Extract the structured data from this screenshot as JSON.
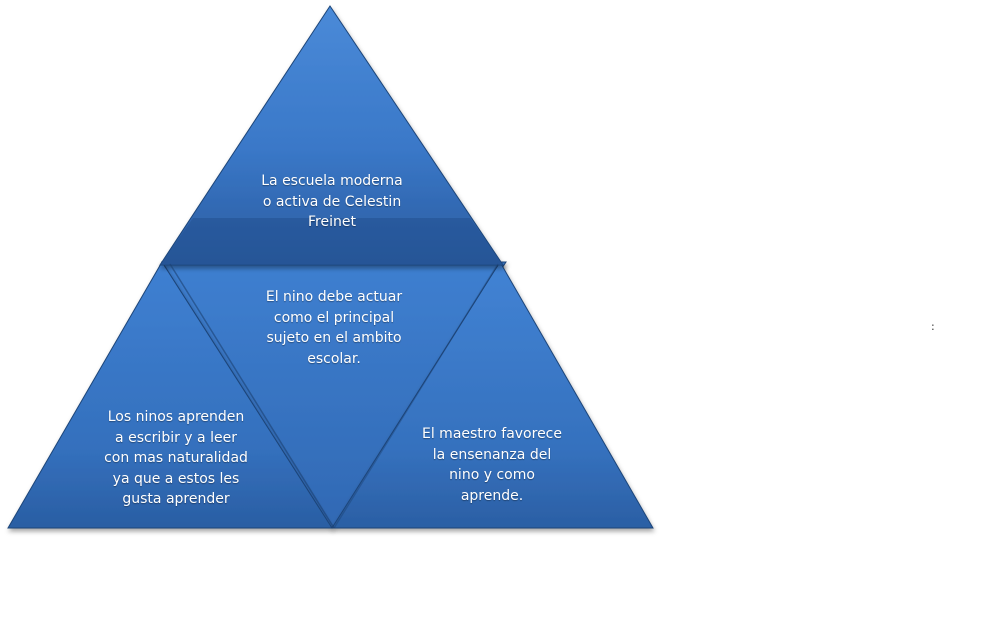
{
  "diagram": {
    "type": "pyramid",
    "segments": [
      {
        "id": "top",
        "text": "La escuela moderna\no activa de Celestin\n               Freinet"
      },
      {
        "id": "center",
        "text": "El nino debe actuar\ncomo el principal\nsujeto en el ambito\nescolar."
      },
      {
        "id": "left",
        "text": "Los ninos aprenden\na escribir y a leer\ncon mas naturalidad\nya que a  estos les\ngusta aprender"
      },
      {
        "id": "right",
        "text": "El maestro favorece\nla ensenanza del\nnino  y como\naprende."
      }
    ],
    "stray_mark": ":",
    "colors": {
      "fill_light": "#3f7fcf",
      "fill_mid": "#3268b3",
      "fill_dark": "#224f8e",
      "edge": "#1d4579",
      "text": "#ffffff"
    }
  }
}
